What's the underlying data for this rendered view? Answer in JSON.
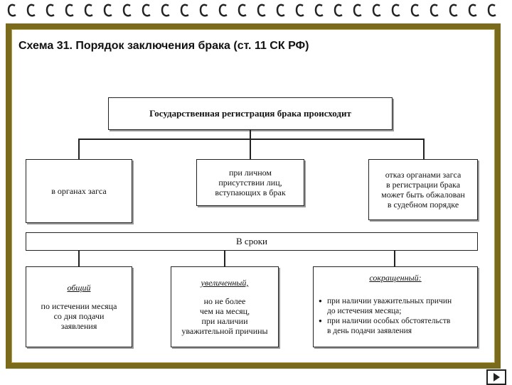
{
  "title": "Схема 31. Порядок заключения брака (ст. 11 СК РФ)",
  "top_box": "Государственная регистрация брака происходит",
  "level2": [
    {
      "lines": [
        "в органах загса"
      ]
    },
    {
      "lines": [
        "при личном",
        "присутствии лиц,",
        "вступающих в брак"
      ]
    },
    {
      "lines": [
        "отказ органами загса",
        "в регистрации брака",
        "может быть обжалован",
        "в судебном порядке"
      ]
    }
  ],
  "terms_bar": "В сроки",
  "level3": [
    {
      "heading": "общий",
      "lines": [
        "по истечении месяца",
        "со дня подачи",
        "заявления"
      ]
    },
    {
      "heading": "увеличенный,",
      "lines": [
        "но не более",
        "чем на месяц,",
        "при наличии",
        "уважительной причины"
      ]
    },
    {
      "heading": "сокращенный:",
      "bullets": [
        [
          "при наличии уважительных причин",
          "до истечения месяца;"
        ],
        [
          "при наличии особых обстоятельств",
          "в день подачи заявления"
        ]
      ]
    }
  ],
  "icons": {
    "spiral": "spiral-binding-icon",
    "next": "play-next-icon"
  }
}
